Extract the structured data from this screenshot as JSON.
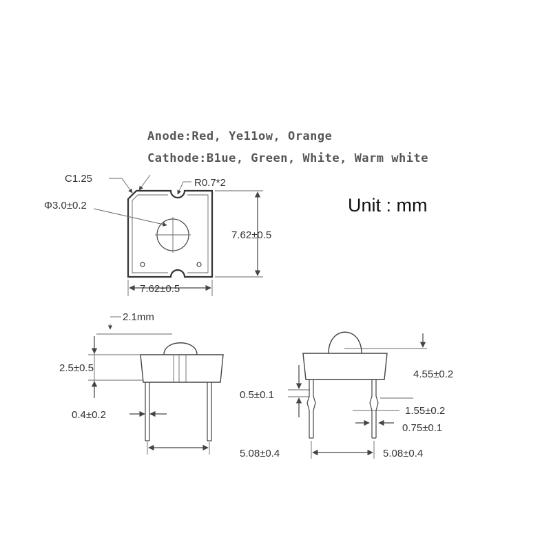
{
  "notes": {
    "anode": "Anode:Red, Ye11ow, Orange",
    "cathode": "Cathode:B1ue, Green, White, Warm white"
  },
  "unit": "Unit : mm",
  "top_view": {
    "chamfer": "C1.25",
    "notch_radius": "R0.7*2",
    "lens_diameter": "Φ3.0±0.2",
    "height": "7.62±0.5",
    "width": "7.62±0.5"
  },
  "side_view_left": {
    "dome_height": "2.1mm",
    "body_height": "2.5±0.5",
    "lead_width": "0.4±0.2",
    "lead_pitch": "5.08±0.4"
  },
  "side_view_right": {
    "total_height": "4.55±0.2",
    "standoff": "0.5±0.1",
    "kink_length": "1.55±0.2",
    "kink_width": "0.75±0.1",
    "lead_pitch": "5.08±0.4"
  }
}
